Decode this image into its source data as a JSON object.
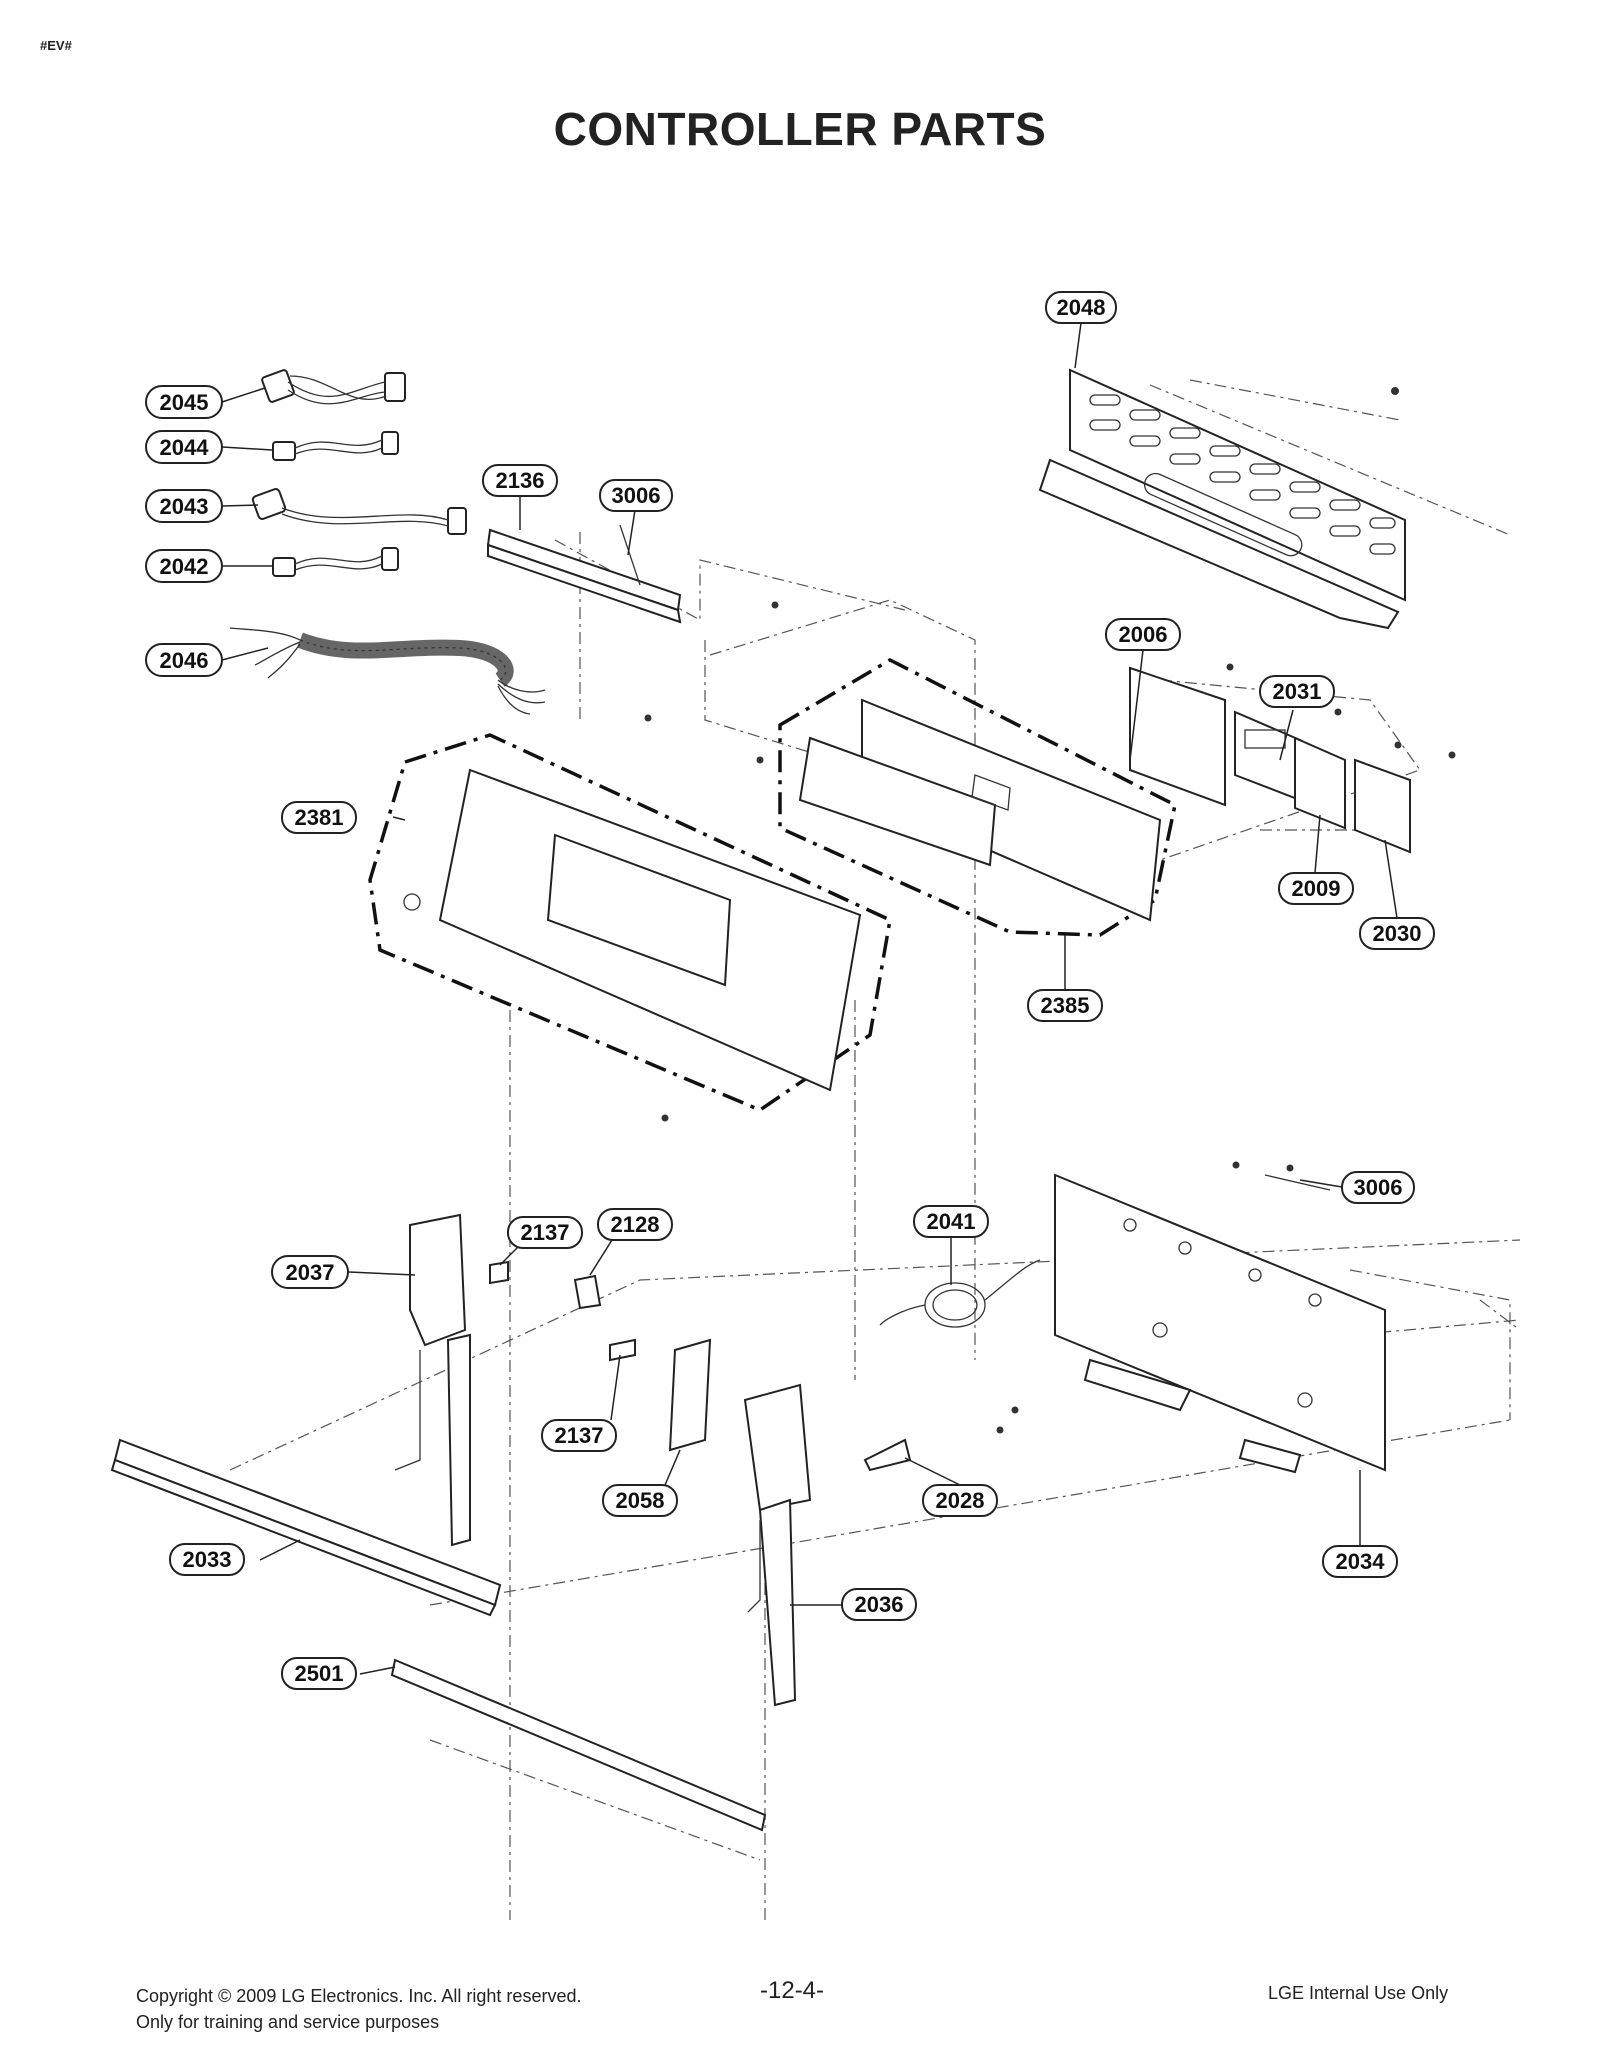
{
  "header": {
    "tag": "#EV#",
    "title": "CONTROLLER PARTS"
  },
  "callouts": {
    "c2048": "2048",
    "c2045": "2045",
    "c2044": "2044",
    "c2043": "2043",
    "c2042": "2042",
    "c2046": "2046",
    "c2136": "2136",
    "c3006a": "3006",
    "c2006": "2006",
    "c2031": "2031",
    "c2381": "2381",
    "c2009": "2009",
    "c2030": "2030",
    "c2385": "2385",
    "c3006b": "3006",
    "c2041": "2041",
    "c2137a": "2137",
    "c2128": "2128",
    "c2037": "2037",
    "c2137b": "2137",
    "c2058": "2058",
    "c2028": "2028",
    "c2033": "2033",
    "c2036": "2036",
    "c2034": "2034",
    "c2501": "2501"
  },
  "footer": {
    "copyright": "Copyright © 2009 LG Electronics. Inc. All right reserved.",
    "note": "Only for training and service purposes",
    "page": "-12-4-",
    "internal": "LGE Internal Use Only"
  }
}
